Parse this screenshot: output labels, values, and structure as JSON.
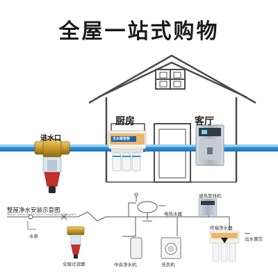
{
  "headline": "全屋一站式购物",
  "house": {
    "kitchen_label": "厨房",
    "living_label": "客厅"
  },
  "device_badge": "全水路智能",
  "water_inlet_label": "进水口",
  "install_diagram": {
    "title": "整屋净水安装示意图",
    "caption": "Water Villas Decoration Installation Diagram",
    "labels": {
      "water_meter": "水表",
      "whole_house_filter": "全屋过滤器",
      "central_purifier": "中央净水机",
      "water_heater": "电热水器",
      "washing_machine": "洗衣机",
      "pipeline_machine": "速热管线机",
      "terminal_purifier": "终端净水器",
      "drinking_outlet": "出水喜饮"
    }
  },
  "colors": {
    "house_stroke": "#4a4a4a",
    "pipe_blue": "#2c8fd6",
    "brass": "#c99a2e",
    "red": "#c4302b",
    "line": "#555555"
  }
}
